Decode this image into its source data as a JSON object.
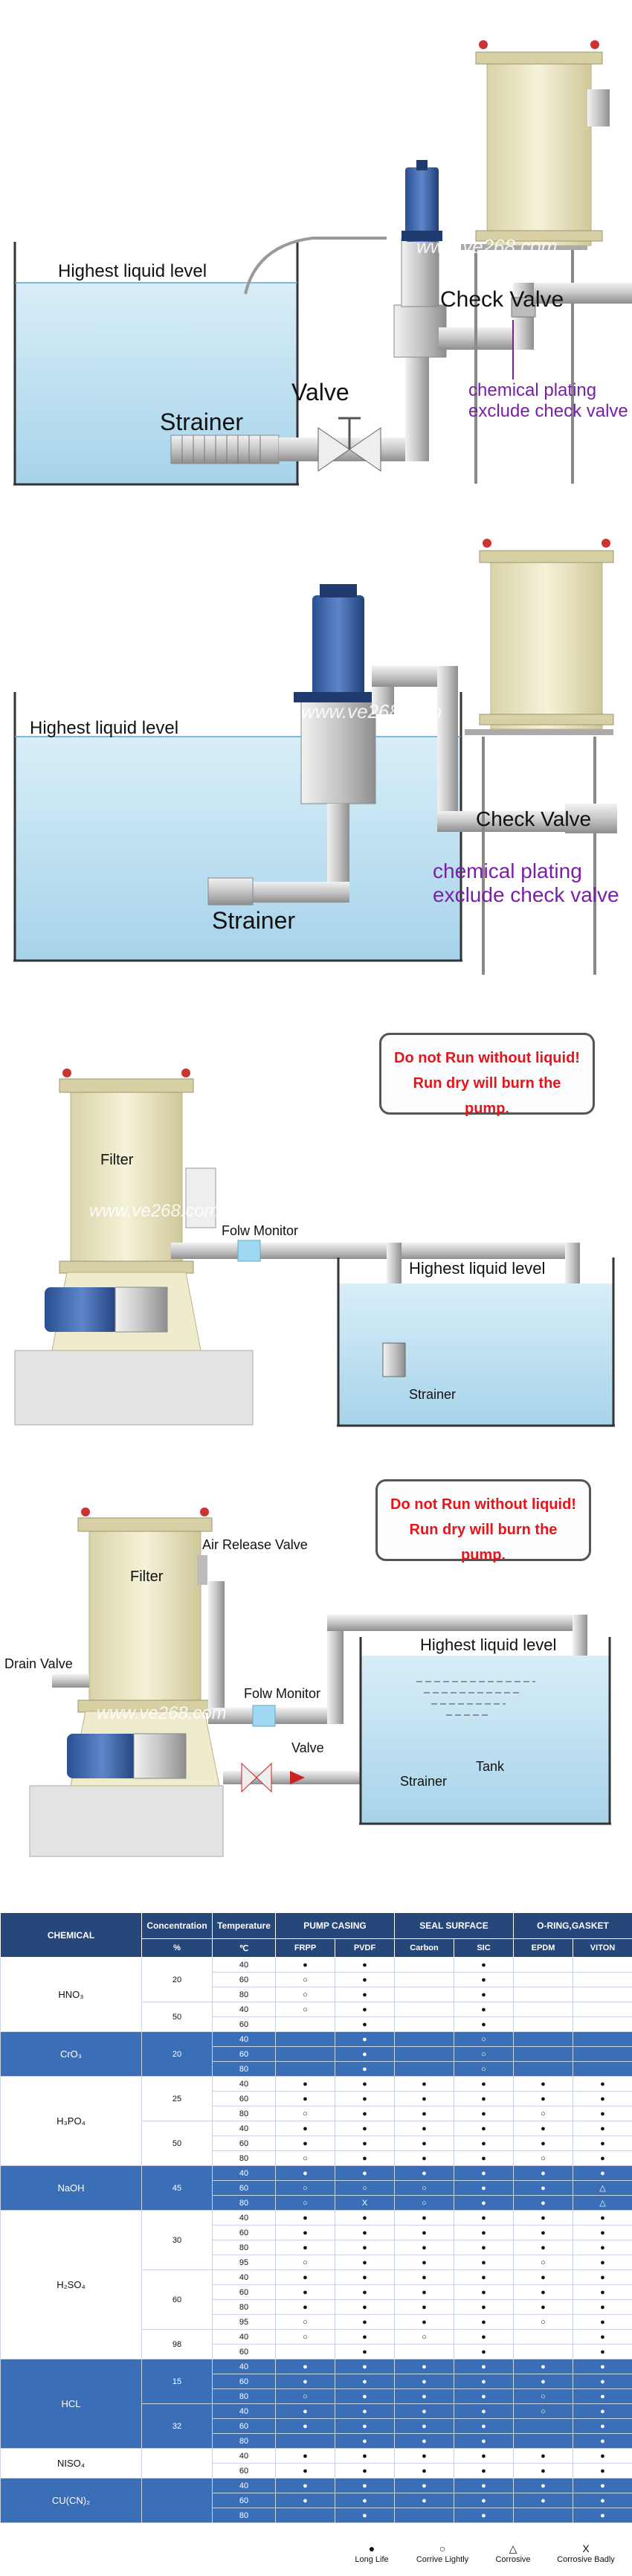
{
  "diagram1": {
    "labels": {
      "highest_liquid_level": "Highest liquid level",
      "strainer": "Strainer",
      "valve": "Valve",
      "check_valve": "Check Valve",
      "chem_line1": "chemical plating",
      "chem_line2": "exclude check valve"
    },
    "watermark": "www.ve268.com"
  },
  "diagram2": {
    "labels": {
      "highest_liquid_level": "Highest liquid level",
      "strainer": "Strainer",
      "check_valve": "Check Valve",
      "chem_line1": "chemical plating",
      "chem_line2": "exclude check valve"
    },
    "watermark": "www.ve268.com"
  },
  "diagram3": {
    "warning_line1": "Do not Run without liquid!",
    "warning_line2": "Run dry will burn the pump.",
    "labels": {
      "filter": "Filter",
      "flow_monitor": "Folw Monitor",
      "highest_liquid_level": "Highest liquid level",
      "strainer": "Strainer"
    },
    "watermark": "www.ve268.com"
  },
  "diagram4": {
    "warning_line1": "Do not Run without liquid!",
    "warning_line2": "Run dry will burn the pump.",
    "labels": {
      "filter": "Filter",
      "air_release_valve": "Air Release Valve",
      "drain_valve": "Drain Valve",
      "flow_monitor": "Folw Monitor",
      "highest_liquid_level": "Highest liquid level",
      "valve": "Valve",
      "strainer": "Strainer",
      "tank": "Tank"
    },
    "watermark": "www.ve268.com"
  },
  "table": {
    "headers": {
      "chemical": "CHEMICAL",
      "concentration": "Concentration",
      "temperature": "Temperature",
      "pump_casing": "PUMP CASING",
      "seal_surface": "SEAL SURFACE",
      "oring_gasket": "O-RING,GASKET",
      "unit_percent": "%",
      "unit_celsius": "℃",
      "frpp": "FRPP",
      "pvdf": "PVDF",
      "carbon": "Carbon",
      "sic": "SIC",
      "epdm": "EPDM",
      "viton": "VITON"
    },
    "legend": {
      "long_life": "Long Life",
      "corrode_lightly": "Corrive Lightly",
      "corrosive": "Corrosive",
      "corrosive_badly": "Corrosive Badly",
      "sym_long_life": "●",
      "sym_lightly": "○",
      "sym_corrosive": "△",
      "sym_badly": "X"
    },
    "groups": [
      {
        "chemical": "HNO₃",
        "alt": false,
        "concs": [
          {
            "c": "20",
            "rows": [
              [
                "40",
                "●",
                "●",
                "",
                "●",
                "",
                ""
              ],
              [
                "60",
                "○",
                "●",
                "",
                "●",
                "",
                ""
              ],
              [
                "80",
                "○",
                "●",
                "",
                "●",
                "",
                ""
              ]
            ]
          },
          {
            "c": "50",
            "rows": [
              [
                "40",
                "○",
                "●",
                "",
                "●",
                "",
                ""
              ],
              [
                "60",
                "",
                "●",
                "",
                "●",
                "",
                ""
              ]
            ]
          }
        ]
      },
      {
        "chemical": "CrO₃",
        "alt": true,
        "concs": [
          {
            "c": "20",
            "rows": [
              [
                "40",
                "",
                "●",
                "",
                "○",
                "",
                ""
              ],
              [
                "60",
                "",
                "●",
                "",
                "○",
                "",
                ""
              ],
              [
                "80",
                "",
                "●",
                "",
                "○",
                "",
                ""
              ]
            ]
          }
        ]
      },
      {
        "chemical": "H₃PO₄",
        "alt": false,
        "concs": [
          {
            "c": "25",
            "rows": [
              [
                "40",
                "●",
                "●",
                "●",
                "●",
                "●",
                "●"
              ],
              [
                "60",
                "●",
                "●",
                "●",
                "●",
                "●",
                "●"
              ],
              [
                "80",
                "○",
                "●",
                "●",
                "●",
                "○",
                "●"
              ]
            ]
          },
          {
            "c": "50",
            "rows": [
              [
                "40",
                "●",
                "●",
                "●",
                "●",
                "●",
                "●"
              ],
              [
                "60",
                "●",
                "●",
                "●",
                "●",
                "●",
                "●"
              ],
              [
                "80",
                "○",
                "●",
                "●",
                "●",
                "○",
                "●"
              ]
            ]
          }
        ]
      },
      {
        "chemical": "NaOH",
        "alt": true,
        "concs": [
          {
            "c": "45",
            "rows": [
              [
                "40",
                "●",
                "●",
                "●",
                "●",
                "●",
                "●"
              ],
              [
                "60",
                "○",
                "○",
                "○",
                "●",
                "●",
                "△"
              ],
              [
                "80",
                "○",
                "X",
                "○",
                "●",
                "●",
                "△"
              ]
            ]
          }
        ]
      },
      {
        "chemical": "H₂SO₄",
        "alt": false,
        "concs": [
          {
            "c": "30",
            "rows": [
              [
                "40",
                "●",
                "●",
                "●",
                "●",
                "●",
                "●"
              ],
              [
                "60",
                "●",
                "●",
                "●",
                "●",
                "●",
                "●"
              ],
              [
                "80",
                "●",
                "●",
                "●",
                "●",
                "●",
                "●"
              ],
              [
                "95",
                "○",
                "●",
                "●",
                "●",
                "○",
                "●"
              ]
            ]
          },
          {
            "c": "60",
            "rows": [
              [
                "40",
                "●",
                "●",
                "●",
                "●",
                "●",
                "●"
              ],
              [
                "60",
                "●",
                "●",
                "●",
                "●",
                "●",
                "●"
              ],
              [
                "80",
                "●",
                "●",
                "●",
                "●",
                "●",
                "●"
              ],
              [
                "95",
                "○",
                "●",
                "●",
                "●",
                "○",
                "●"
              ]
            ]
          },
          {
            "c": "98",
            "rows": [
              [
                "40",
                "○",
                "●",
                "○",
                "●",
                "",
                "●"
              ],
              [
                "60",
                "",
                "●",
                "",
                "●",
                "",
                "●"
              ]
            ]
          }
        ]
      },
      {
        "chemical": "HCL",
        "alt": true,
        "concs": [
          {
            "c": "15",
            "rows": [
              [
                "40",
                "●",
                "●",
                "●",
                "●",
                "●",
                "●"
              ],
              [
                "60",
                "●",
                "●",
                "●",
                "●",
                "●",
                "●"
              ],
              [
                "80",
                "○",
                "●",
                "●",
                "●",
                "○",
                "●"
              ]
            ]
          },
          {
            "c": "32",
            "rows": [
              [
                "40",
                "●",
                "●",
                "●",
                "●",
                "○",
                "●"
              ],
              [
                "60",
                "●",
                "●",
                "●",
                "●",
                "",
                "●"
              ],
              [
                "80",
                "",
                "●",
                "●",
                "●",
                "",
                "●"
              ]
            ]
          }
        ]
      },
      {
        "chemical": "NISO₄",
        "alt": false,
        "concs": [
          {
            "c": "",
            "rows": [
              [
                "40",
                "●",
                "●",
                "●",
                "●",
                "●",
                "●"
              ],
              [
                "60",
                "●",
                "●",
                "●",
                "●",
                "●",
                "●"
              ]
            ]
          }
        ]
      },
      {
        "chemical": "CU(CN)₂",
        "alt": true,
        "concs": [
          {
            "c": "",
            "rows": [
              [
                "40",
                "●",
                "●",
                "●",
                "●",
                "●",
                "●"
              ],
              [
                "60",
                "●",
                "●",
                "●",
                "●",
                "●",
                "●"
              ],
              [
                "80",
                "",
                "●",
                "",
                "●",
                "",
                "●"
              ]
            ]
          }
        ]
      }
    ]
  }
}
